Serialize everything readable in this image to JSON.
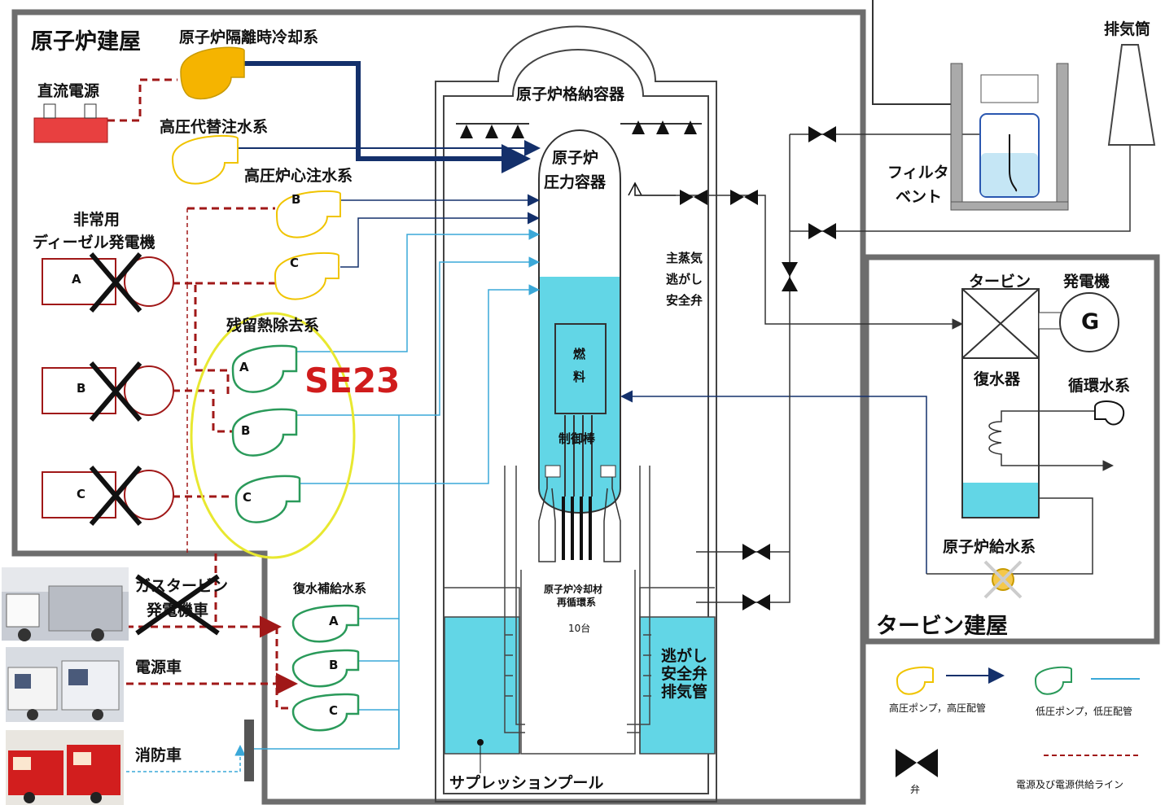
{
  "reactor_building": {
    "title": "原子炉建屋",
    "dc_power": "直流電源",
    "ric": "原子炉隔離時冷却系",
    "hpac": "高圧代替注水系",
    "hpcs": "高圧炉心注水系",
    "edg": "非常用\nディーゼル発電機",
    "rhr": "残留熱除去系",
    "se_code": "SE23"
  },
  "containment": {
    "pcv": "原子炉格納容器",
    "rpv": "原子炉\n圧力容器",
    "fuel": "燃\n料",
    "control_rods": "制御棒",
    "srv": "主蒸気\n逃がし\n安全弁",
    "recirc": "原子炉冷却材\n再循環系",
    "recirc_count": "10台",
    "srv_exhaust": "逃がし\n安全弁\n排気管",
    "suppression_pool": "サプレッションプール"
  },
  "outside": {
    "filter_vent": "フィルタ\nベント",
    "stack": "排気筒",
    "gas_turbine": "ガスタービン\n発電機車",
    "power_truck": "電源車",
    "fire_truck": "消防車",
    "makeup": "復水補給水系"
  },
  "turbine_building": {
    "title": "タービン建屋",
    "turbine": "タービン",
    "generator": "発電機",
    "generator_symbol": "G",
    "condenser": "復水器",
    "circ_water": "循環水系",
    "feedwater": "原子炉給水系"
  },
  "pump_letters": {
    "a": "A",
    "b": "B",
    "c": "C"
  },
  "legend": {
    "hp": "高圧ポンプ，高圧配管",
    "lp": "低圧ポンプ，低圧配管",
    "valve": "弁",
    "power": "電源及び電源供給ライン"
  },
  "colors": {
    "hp_pump": "#f5b400",
    "hp_pipe": "#14306b",
    "lp_pump": "#2a9a5a",
    "lp_pipe": "#3aa8d8",
    "power_line": "#a01818",
    "water": "#62d6e6",
    "highlight": "#e8e830",
    "se_red": "#d01c1c"
  }
}
